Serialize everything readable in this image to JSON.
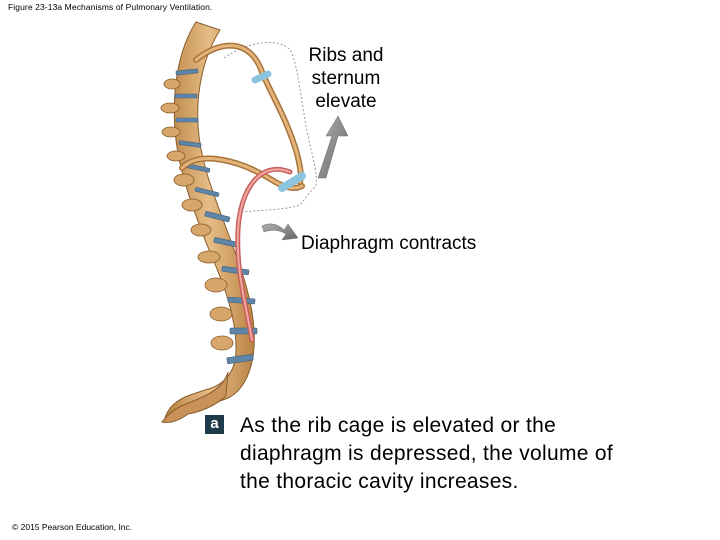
{
  "caption": "Figure 23-13a Mechanisms of Pulmonary Ventilation.",
  "labels": {
    "ribs": "Ribs and sternum elevate",
    "diaphragm": "Diaphragm contracts"
  },
  "panel": {
    "letter": "a",
    "text": "As the rib cage is elevated or the diaphragm is depressed, the volume of the thoracic cavity increases."
  },
  "copyright": "© 2015 Pearson Education, Inc.",
  "colors": {
    "bone": "#d7a66a",
    "bone_dark": "#a8743c",
    "disc": "#5f86a8",
    "cartilage": "#8cc4df",
    "diaphragm": "#d9827e",
    "arrow": "#8a8a8a",
    "badge": "#1f3a48"
  },
  "icons": [
    "up-arrow-icon",
    "right-arrow-icon"
  ]
}
